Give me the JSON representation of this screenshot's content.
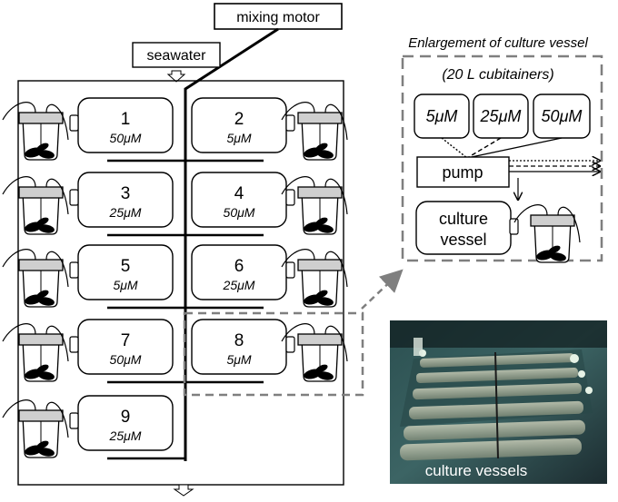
{
  "labels": {
    "mixing_motor": "mixing motor",
    "seawater": "seawater"
  },
  "tanks": [
    {
      "number": "1",
      "concentration": "50μM"
    },
    {
      "number": "2",
      "concentration": "5μM"
    },
    {
      "number": "3",
      "concentration": "25μM"
    },
    {
      "number": "4",
      "concentration": "50μM"
    },
    {
      "number": "5",
      "concentration": "5μM"
    },
    {
      "number": "6",
      "concentration": "25μM"
    },
    {
      "number": "7",
      "concentration": "50μM"
    },
    {
      "number": "8",
      "concentration": "5μM"
    },
    {
      "number": "9",
      "concentration": "25μM"
    }
  ],
  "enlargement": {
    "title": "Enlargement of culture vessel",
    "subtitle": "(20 L cubitainers)",
    "cubitainers": [
      "5μM",
      "25μM",
      "50μM"
    ],
    "pump": "pump",
    "culture_vessel_line1": "culture",
    "culture_vessel_line2": "vessel"
  },
  "photo": {
    "caption": "culture vessels"
  },
  "colors": {
    "line": "#000000",
    "dashed_gray": "#7f7f7f",
    "lid_fill": "#cfcfcf",
    "photo_bg": "#1f3a3a"
  }
}
